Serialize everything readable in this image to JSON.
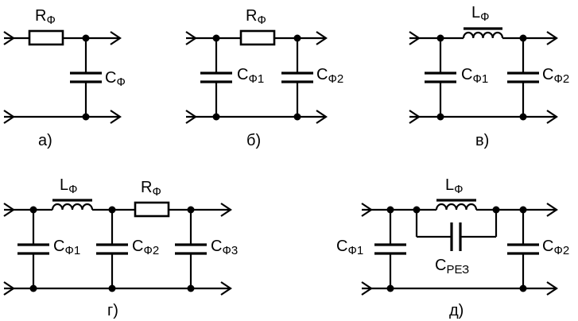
{
  "circuits": {
    "a": {
      "caption": "а)",
      "r": {
        "main": "R",
        "sub": "Ф"
      },
      "c": {
        "main": "C",
        "sub": "Ф"
      }
    },
    "b": {
      "caption": "б)",
      "r": {
        "main": "R",
        "sub": "Ф"
      },
      "c1": {
        "main": "C",
        "sub": "Ф1"
      },
      "c2": {
        "main": "C",
        "sub": "Ф2"
      }
    },
    "v": {
      "caption": "в)",
      "l": {
        "main": "L",
        "sub": "Ф"
      },
      "c1": {
        "main": "C",
        "sub": "Ф1"
      },
      "c2": {
        "main": "C",
        "sub": "Ф2"
      }
    },
    "g": {
      "caption": "г)",
      "l": {
        "main": "L",
        "sub": "Ф"
      },
      "r": {
        "main": "R",
        "sub": "Ф"
      },
      "c1": {
        "main": "C",
        "sub": "Ф1"
      },
      "c2": {
        "main": "C",
        "sub": "Ф2"
      },
      "c3": {
        "main": "C",
        "sub": "Ф3"
      }
    },
    "d": {
      "caption": "д)",
      "l": {
        "main": "L",
        "sub": "Ф"
      },
      "cres": {
        "main": "C",
        "sub": "РЕЗ"
      },
      "c1": {
        "main": "C",
        "sub": "Ф1"
      },
      "c2": {
        "main": "C",
        "sub": "Ф2"
      }
    }
  }
}
